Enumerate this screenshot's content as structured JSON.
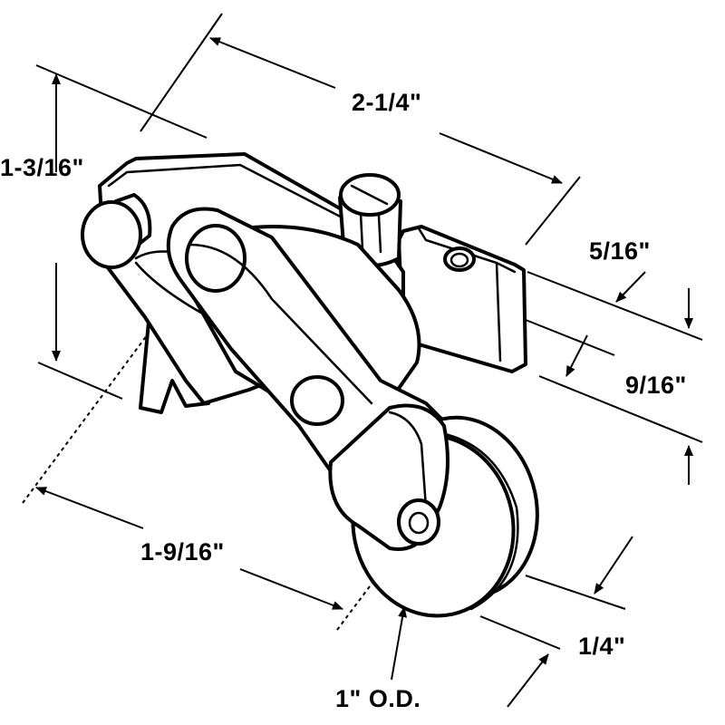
{
  "diagram": {
    "dimensions": {
      "overall_length": "2-1/4\"",
      "overall_height": "1-3/16\"",
      "bracket_offset": "5/16\"",
      "bracket_height": "9/16\"",
      "wheel_reach": "1-9/16\"",
      "wheel_width": "1/4\"",
      "wheel_diameter": "1\" O.D."
    }
  }
}
